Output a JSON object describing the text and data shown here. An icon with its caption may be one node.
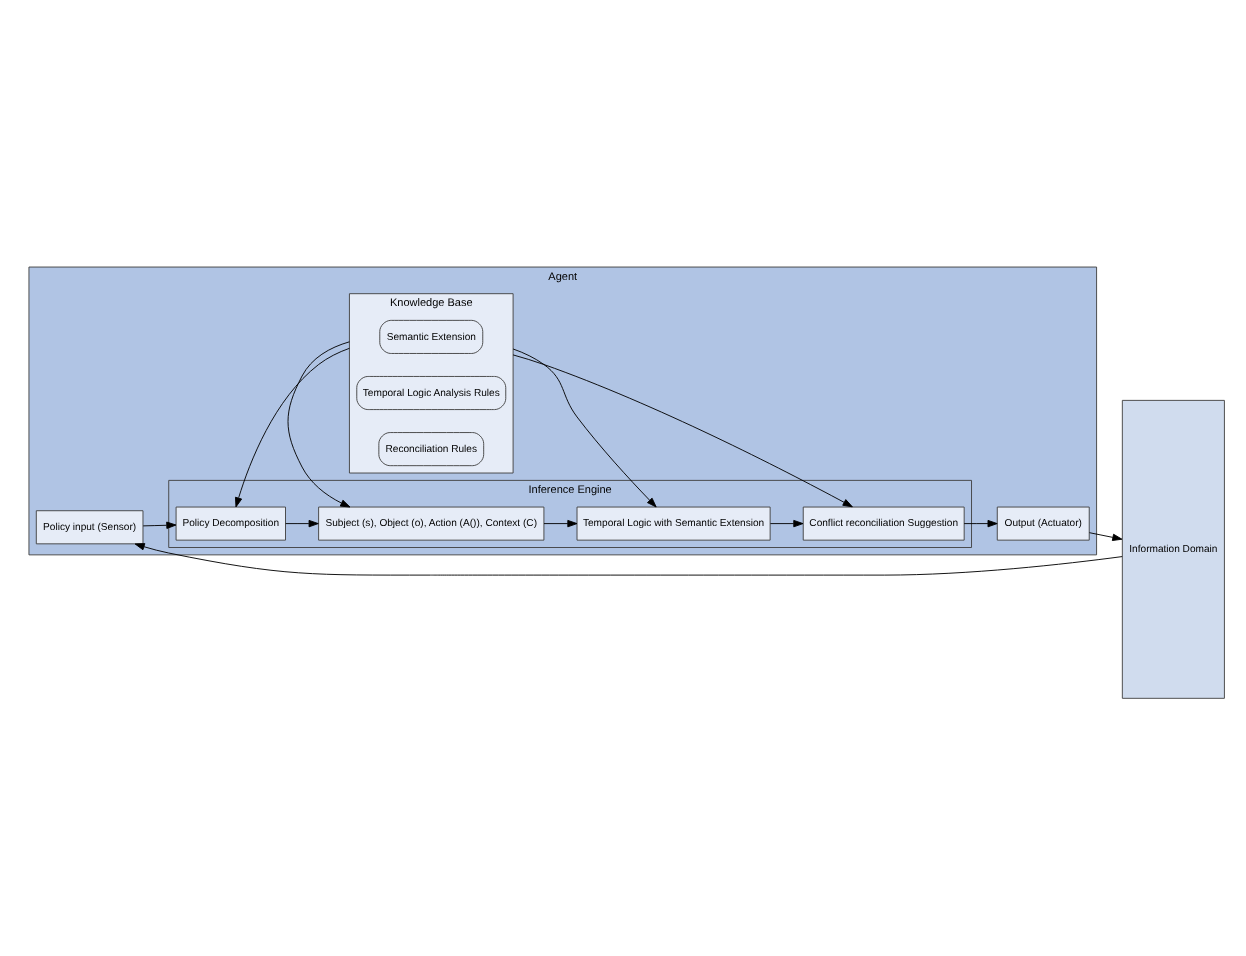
{
  "diagram": {
    "nodes": [
      {
        "text": [
          "Agent"
        ]
      },
      {
        "text": [
          "Knowledge Base"
        ],
        "in": 0
      },
      {
        "text": [
          "Semantic Extension"
        ],
        "in": 1
      },
      {
        "text": [
          "Temporal Logic Analysis Rules"
        ],
        "in": 1
      },
      {
        "text": [
          "Reconciliation Rules"
        ],
        "in": 1
      },
      {
        "text": [
          "Inference Engine"
        ],
        "in": 0
      },
      {
        "text": [
          "Policy Decomposition"
        ],
        "in": 5
      },
      {
        "text": [
          "Subject (s), Object (o), Action (A()), Context (C)"
        ],
        "in": 5
      },
      {
        "text": [
          "Temporal Logic with Semantic Extension"
        ],
        "in": 5
      },
      {
        "text": [
          "Conflict reconciliation Suggestion"
        ],
        "in": 5
      },
      {
        "text": [
          "Policy input (Sensor)"
        ],
        "in": 0
      },
      {
        "text": [
          "Output (Actuator)"
        ],
        "in": 0
      },
      {
        "text": [
          "Information Domain"
        ]
      }
    ],
    "edges": [
      {
        "from": 12,
        "to": 10,
        "arrow": "to"
      },
      {
        "from": 10,
        "to": 6,
        "arrow": "to"
      },
      {
        "from": 6,
        "to": 7,
        "arrow": "to"
      },
      {
        "from": 7,
        "to": 8,
        "arrow": "to"
      },
      {
        "from": 8,
        "to": 9,
        "arrow": "to"
      },
      {
        "from": 1,
        "to": 6,
        "arrow": "to"
      },
      {
        "from": 1,
        "to": 7,
        "arrow": "to"
      },
      {
        "from": 1,
        "to": 8,
        "arrow": "to"
      },
      {
        "from": 1,
        "to": 9,
        "arrow": "to"
      },
      {
        "from": 9,
        "to": 11,
        "arrow": "to"
      },
      {
        "from": 11,
        "to": 12,
        "arrow": "to"
      }
    ]
  }
}
